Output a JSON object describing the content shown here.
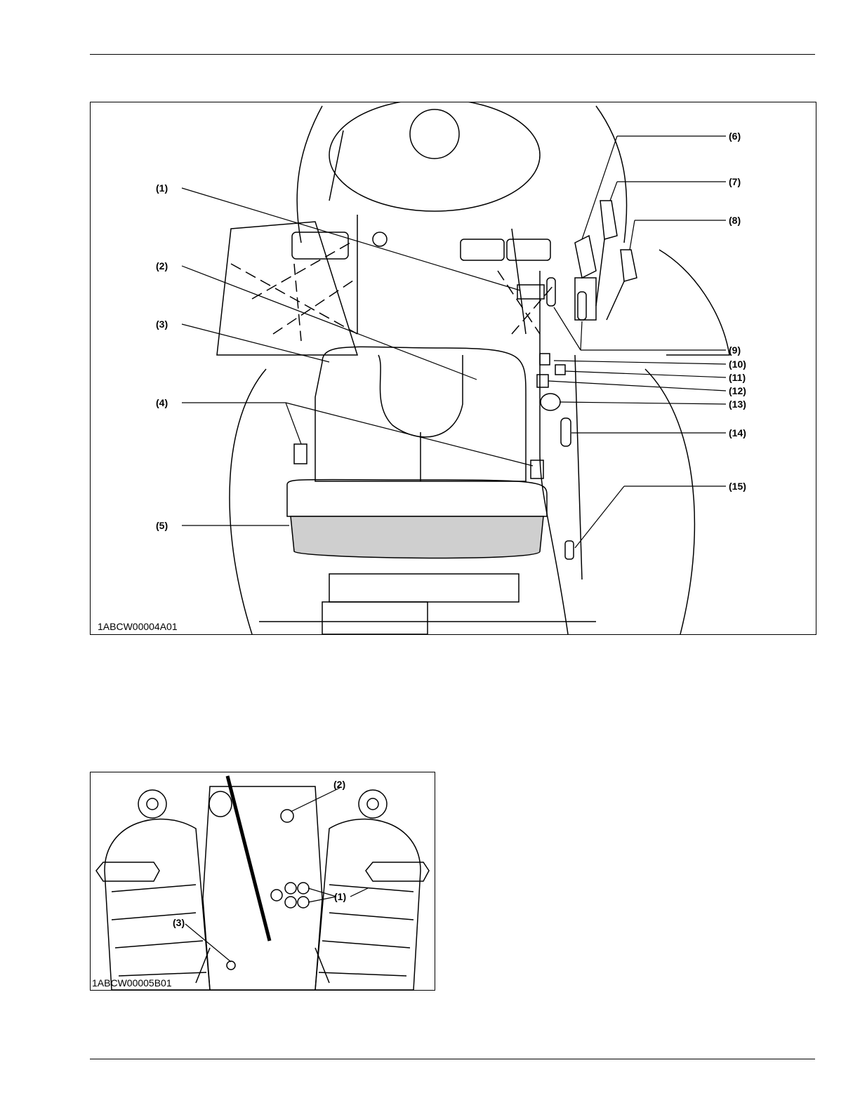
{
  "figures": [
    {
      "code": "1ABCW00004A01",
      "callouts": [
        "(1)",
        "(2)",
        "(3)",
        "(4)",
        "(5)",
        "(6)",
        "(7)",
        "(8)",
        "(9)",
        "(10)",
        "(11)",
        "(12)",
        "(13)",
        "(14)",
        "(15)"
      ]
    },
    {
      "code": "1ABCW00005B01",
      "callouts": [
        "(1)",
        "(2)",
        "(3)"
      ]
    }
  ]
}
